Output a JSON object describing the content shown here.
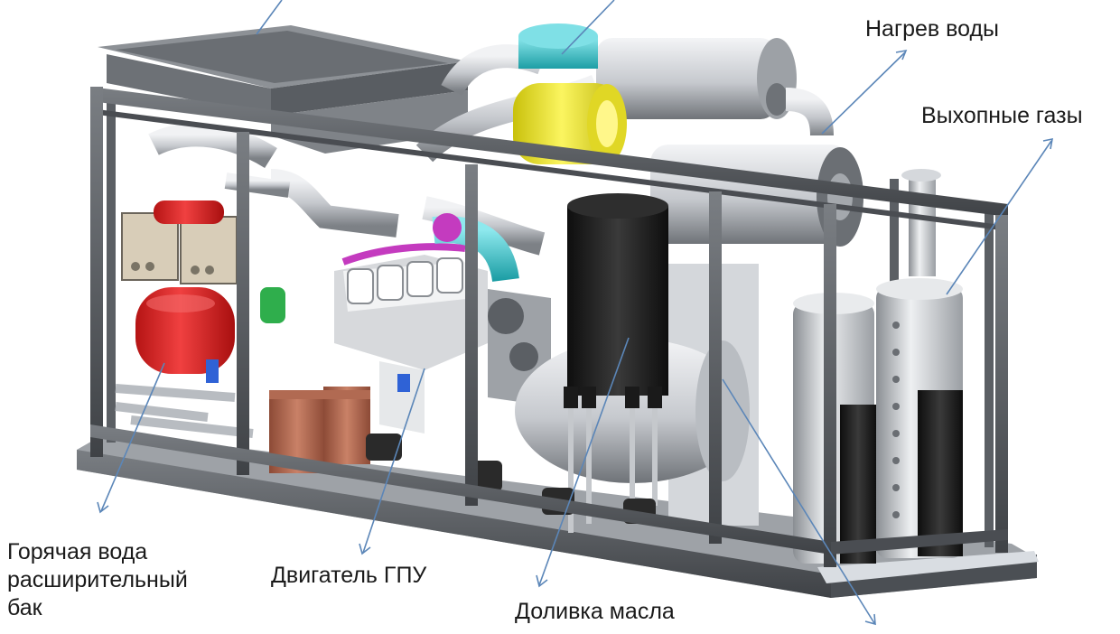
{
  "labels": {
    "water_heating": "Нагрев воды",
    "exhaust": "Выхопные газы",
    "hot_water_line1": "Горячая вода",
    "hot_water_line2": "расширительный",
    "hot_water_line3": "бак",
    "engine": "Двигатель ГПУ",
    "oil_topup": "Доливка масла"
  },
  "colors": {
    "frame": "#55595e",
    "pipe": "#c9ccd0",
    "expansion_tank": "#e02323",
    "air_filter": "#f2ea1e",
    "filter_cap": "#3ec8d2",
    "turbo_pipe": "#27c3c9",
    "manifold": "#c43bbf",
    "heat_exchanger": "#b06a52",
    "oil_tank": "#1c1c1c",
    "leader_line": "#5b86b8"
  }
}
